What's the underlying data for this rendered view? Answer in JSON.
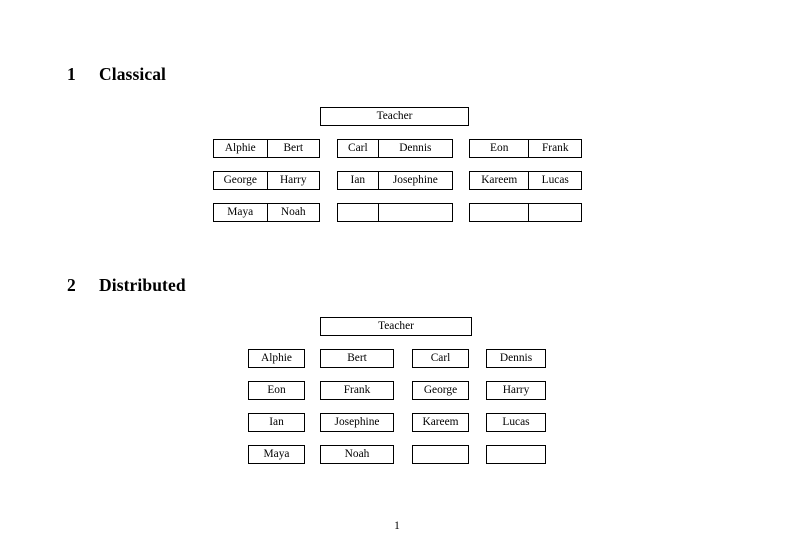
{
  "document": {
    "page_number": "1"
  },
  "sections": [
    {
      "number": "1",
      "title": "Classical",
      "teacher_label": "Teacher",
      "layout": "paired-groups",
      "groups_per_row": 3,
      "rows": [
        [
          {
            "left": "Alphie",
            "right": "Bert"
          },
          {
            "left": "Carl",
            "right": "Dennis"
          },
          {
            "left": "Eon",
            "right": "Frank"
          }
        ],
        [
          {
            "left": "George",
            "right": "Harry"
          },
          {
            "left": "Ian",
            "right": "Josephine"
          },
          {
            "left": "Kareem",
            "right": "Lucas"
          }
        ],
        [
          {
            "left": "Maya",
            "right": "Noah"
          },
          {
            "left": "",
            "right": ""
          },
          {
            "left": "",
            "right": ""
          }
        ]
      ]
    },
    {
      "number": "2",
      "title": "Distributed",
      "teacher_label": "Teacher",
      "layout": "single-boxes",
      "boxes_per_row": 4,
      "rows": [
        [
          "Alphie",
          "Bert",
          "Carl",
          "Dennis"
        ],
        [
          "Eon",
          "Frank",
          "George",
          "Harry"
        ],
        [
          "Ian",
          "Josephine",
          "Kareem",
          "Lucas"
        ],
        [
          "Maya",
          "Noah",
          "",
          ""
        ]
      ]
    }
  ]
}
